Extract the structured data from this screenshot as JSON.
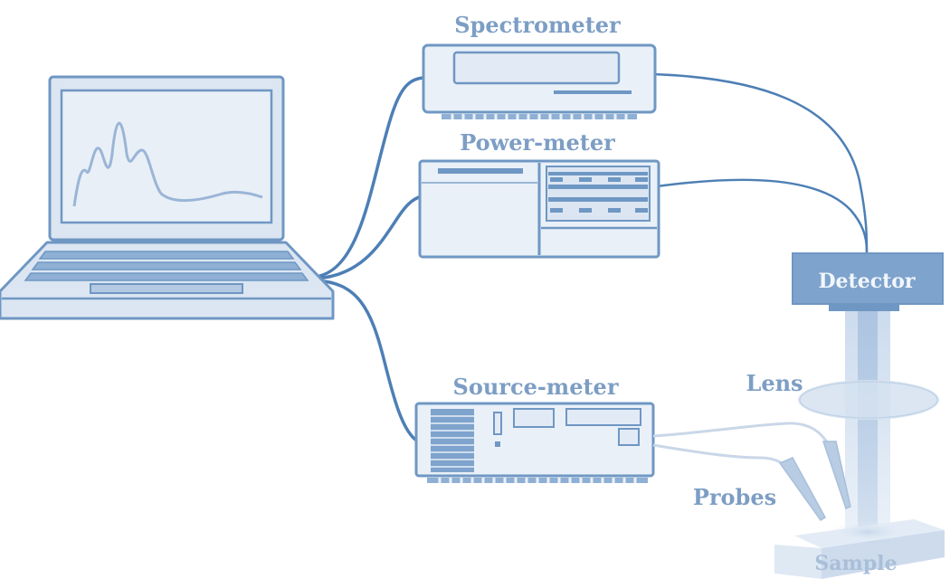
{
  "diagram": {
    "labels": {
      "spectrometer": "Spectrometer",
      "power_meter": "Power-meter",
      "source_meter": "Source-meter",
      "detector": "Detector",
      "lens": "Lens",
      "probes": "Probes",
      "sample": "Sample"
    },
    "colors": {
      "primary": "#5f8dbd",
      "outline": "#6f97c3",
      "fill_light": "#e9f0f8",
      "fill_mid": "#dbe6f2",
      "cable": "#4d7fb5",
      "probe_cable": "#c9d7e8",
      "beam": "#cddcee",
      "text": "#7d9ec4"
    }
  }
}
